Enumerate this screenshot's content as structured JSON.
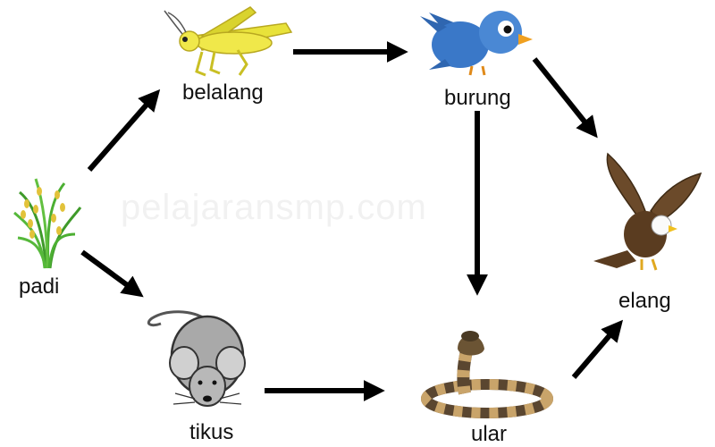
{
  "watermark": "pelajaransmp.com",
  "organisms": {
    "padi": "padi",
    "belalang": "belalang",
    "burung": "burung",
    "tikus": "tikus",
    "ular": "ular",
    "elang": "elang"
  },
  "arrows": [
    {
      "from": "padi",
      "to": "belalang"
    },
    {
      "from": "padi",
      "to": "tikus"
    },
    {
      "from": "belalang",
      "to": "burung"
    },
    {
      "from": "burung",
      "to": "elang"
    },
    {
      "from": "burung",
      "to": "ular"
    },
    {
      "from": "tikus",
      "to": "ular"
    },
    {
      "from": "ular",
      "to": "elang"
    }
  ],
  "colors": {
    "arrow": "#000000",
    "grasshopper": "#e8e23a",
    "bird": "#3a78c8",
    "mouse": "#a9a9a9",
    "snake": "#5a4630",
    "eagle": "#6b4a2a",
    "rice": "#4caf32"
  }
}
